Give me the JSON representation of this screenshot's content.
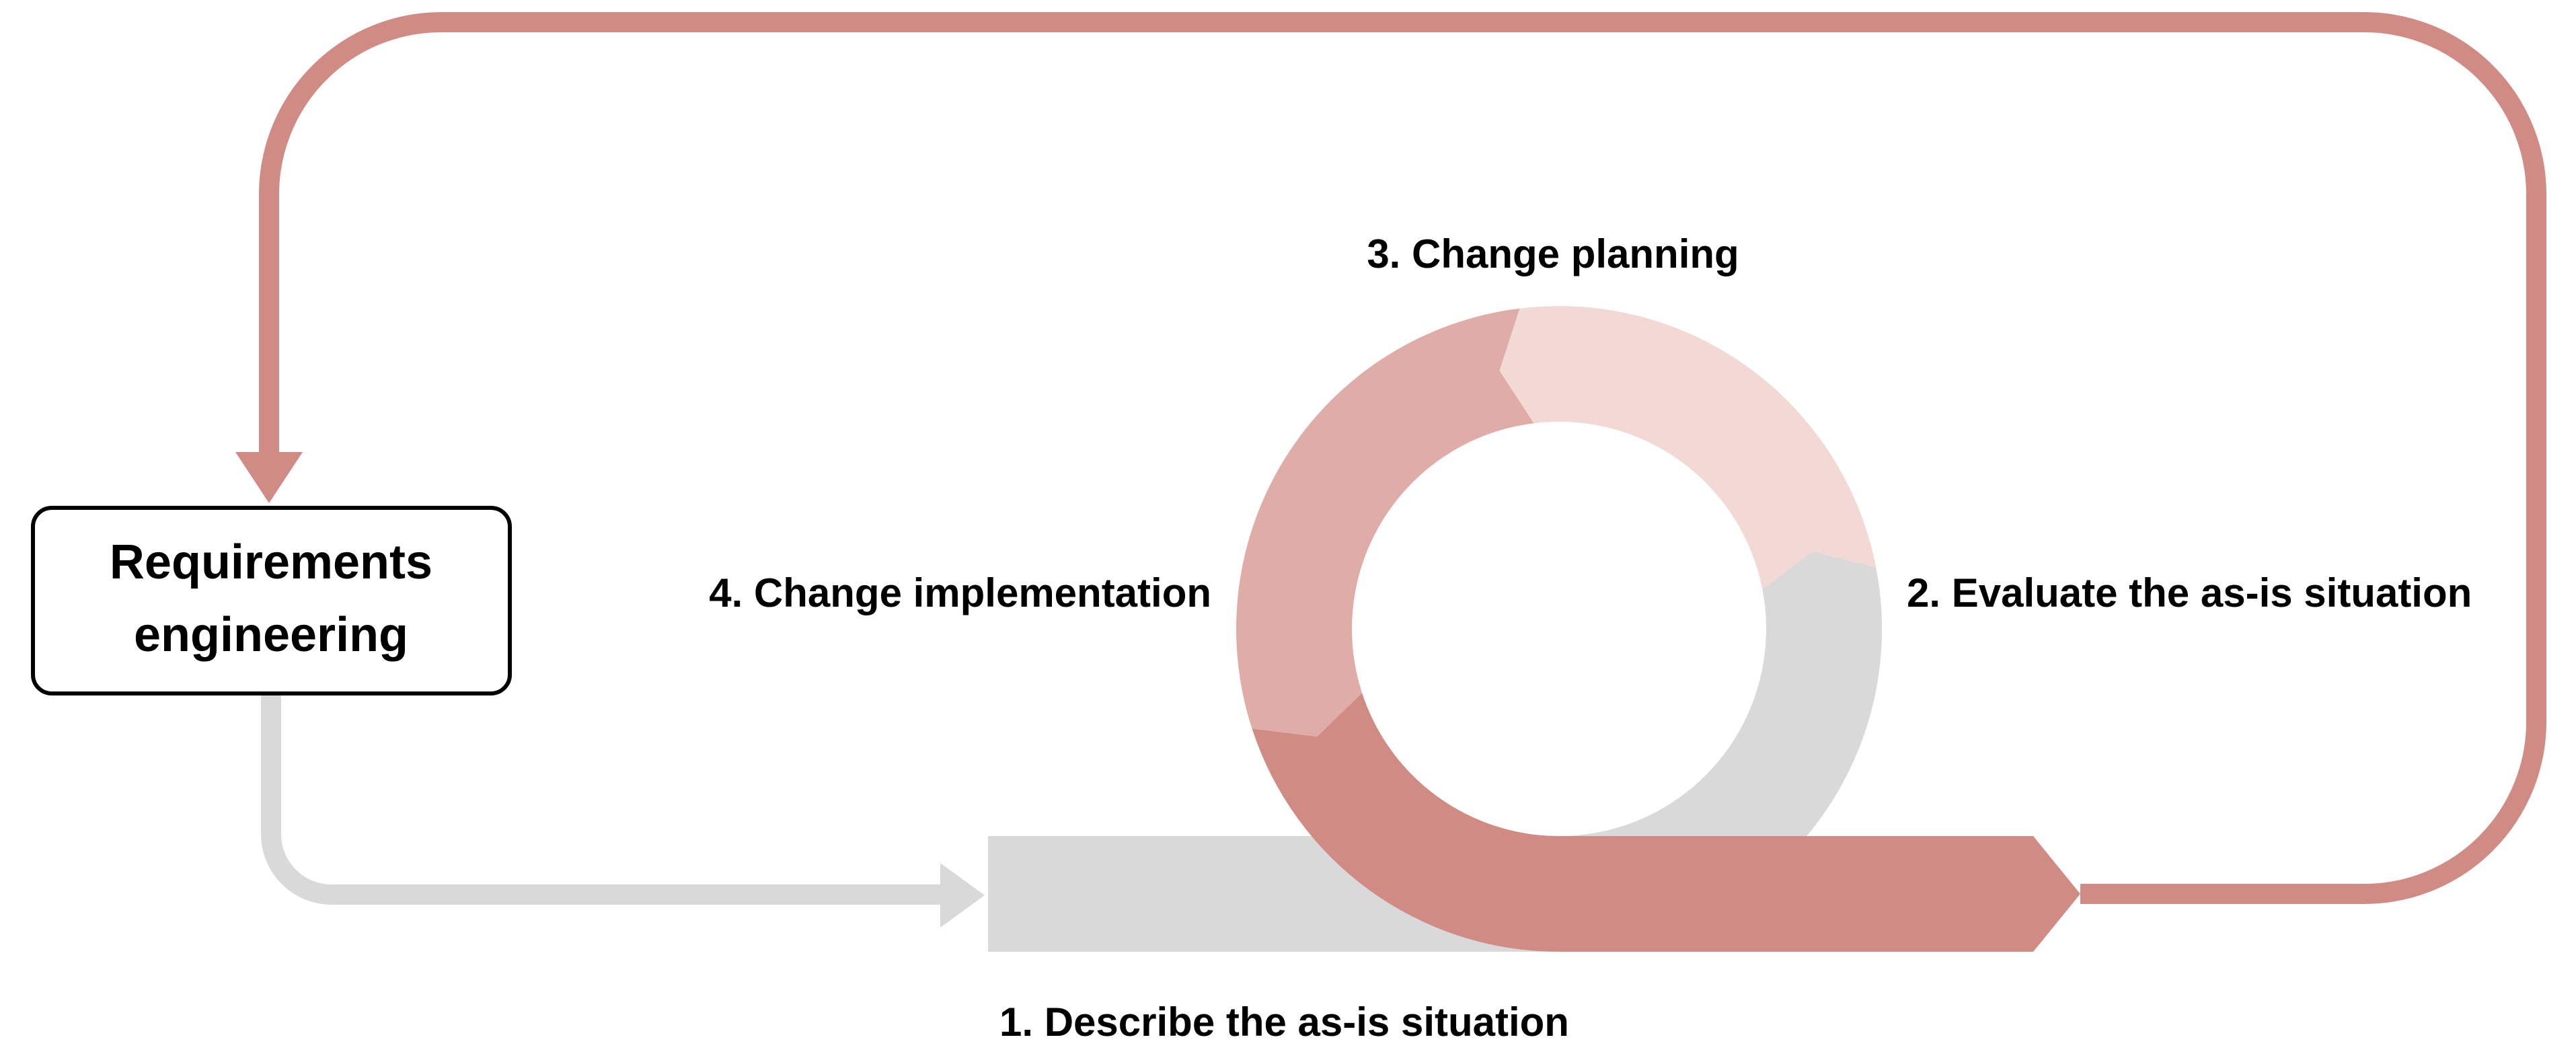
{
  "diagram": {
    "source_box": {
      "line1": "Requirements",
      "line2": "engineering"
    },
    "steps": [
      {
        "label": "1. Describe the as-is situation",
        "color": "#D9D9D9",
        "position": "bottom"
      },
      {
        "label": "2. Evaluate the as-is situation",
        "color": "#F2D9D6",
        "position": "right"
      },
      {
        "label": "3. Change planning",
        "color": "#DFACA8",
        "position": "top"
      },
      {
        "label": "4. Change implementation",
        "color": "#D08C84",
        "position": "left"
      }
    ],
    "connectors": {
      "feed_color": "#D9D9D9",
      "return_color": "#D08C84"
    },
    "colors": {
      "background": "#FFFFFF",
      "box_fill": "#FFFFFF",
      "box_border": "#000000",
      "text": "#000000"
    }
  }
}
